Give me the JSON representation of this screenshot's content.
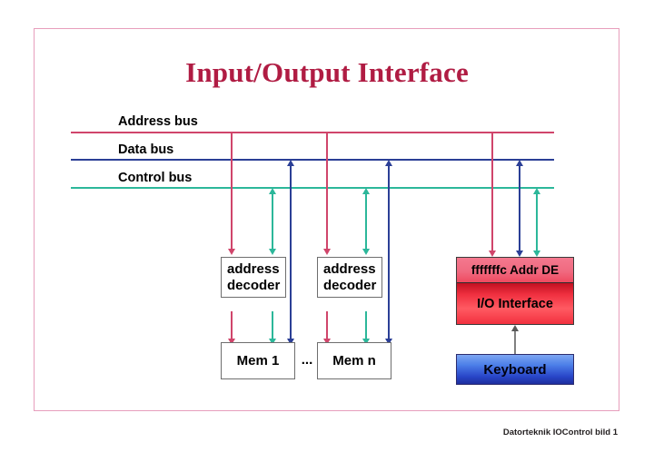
{
  "slide": {
    "title": "Input/Output Interface",
    "footer": "Datorteknik IOControl bild 1",
    "frame_color": "#e79ebc",
    "title_color": "#b01c43",
    "background": "#ffffff"
  },
  "buses": [
    {
      "key": "address",
      "label": "Address bus",
      "color": "#d0456b"
    },
    {
      "key": "data",
      "label": "Data bus",
      "color": "#2b3f96"
    },
    {
      "key": "control",
      "label": "Control bus",
      "color": "#2cb79a"
    }
  ],
  "decoders": [
    {
      "line1": "address",
      "line2": "decoder"
    },
    {
      "line1": "address",
      "line2": "decoder"
    }
  ],
  "memories": [
    {
      "label": "Mem 1"
    },
    {
      "label": "Mem n"
    }
  ],
  "separator": "...",
  "io": {
    "address_label": "fffffffc Addr DE",
    "name_label": "I/O Interface",
    "color": "#ef2b37"
  },
  "device": {
    "label": "Keyboard",
    "color": "#2845c8"
  }
}
